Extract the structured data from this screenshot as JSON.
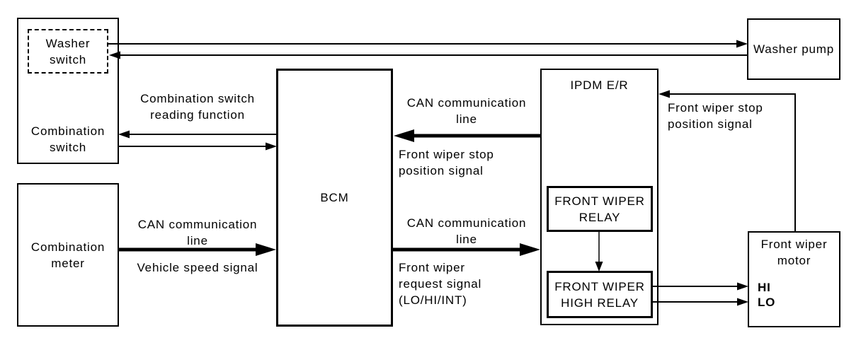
{
  "colors": {
    "line": "#000000",
    "background": "#ffffff",
    "text": "#000000"
  },
  "nodes": {
    "combination_switch": {
      "label": "Combination\nswitch"
    },
    "washer_switch": {
      "label": "Washer\nswitch"
    },
    "combination_meter": {
      "label": "Combination\nmeter"
    },
    "bcm": {
      "label": "BCM"
    },
    "ipdm": {
      "label": "IPDM E/R"
    },
    "front_wiper_relay": {
      "label": "FRONT WIPER\nRELAY"
    },
    "front_wiper_high_relay": {
      "label": "FRONT WIPER\nHIGH RELAY"
    },
    "washer_pump": {
      "label": "Washer pump"
    },
    "front_wiper_motor": {
      "label": "Front wiper\nmotor",
      "port_hi": "HI",
      "port_lo": "LO"
    }
  },
  "edges": {
    "combination_switch_reading": {
      "label": "Combination switch\nreading function"
    },
    "can_meter_to_bcm": {
      "label": "CAN communication\nline"
    },
    "vehicle_speed": {
      "label": "Vehicle speed signal"
    },
    "can_ipdm_to_bcm": {
      "label": "CAN communication\nline"
    },
    "front_wiper_stop_to_bcm": {
      "label": "Front wiper stop\nposition signal"
    },
    "can_bcm_to_ipdm": {
      "label": "CAN communication\nline"
    },
    "front_wiper_request": {
      "label": "Front wiper\nrequest signal\n(LO/HI/INT)"
    },
    "front_wiper_stop_to_ipdm": {
      "label": "Front wiper stop\nposition signal"
    }
  }
}
